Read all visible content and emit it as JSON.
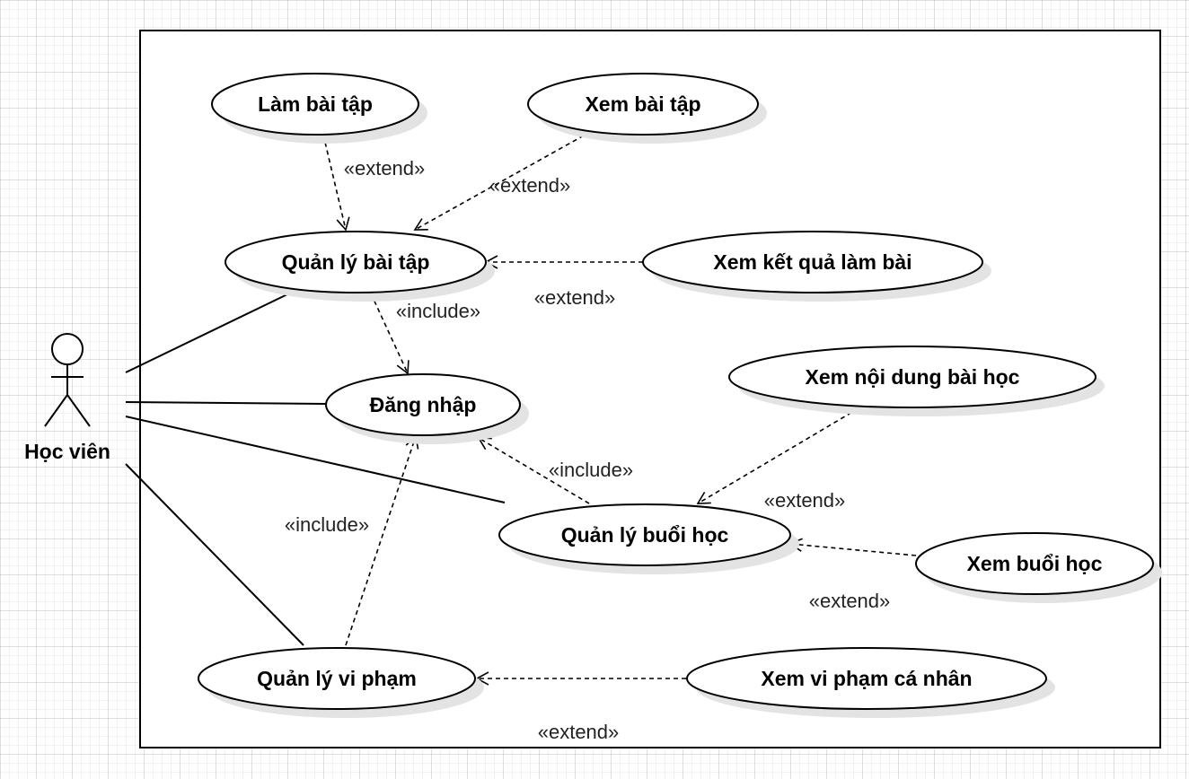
{
  "actor": {
    "name": "Học viên"
  },
  "use_cases": {
    "lam_bai_tap": "Làm bài tập",
    "xem_bai_tap": "Xem bài tập",
    "quan_ly_bai_tap": "Quản lý bài tập",
    "xem_ket_qua": "Xem kết quả làm bài",
    "dang_nhap": "Đăng nhập",
    "xem_noi_dung": "Xem nội dung bài học",
    "quan_ly_buoi_hoc": "Quản lý buổi học",
    "xem_buoi_hoc": "Xem buổi học",
    "quan_ly_vi_pham": "Quản lý vi phạm",
    "xem_vi_pham": "Xem vi phạm cá nhân"
  },
  "relations": {
    "extend_lam_bai_tap": "«extend»",
    "extend_xem_bai_tap": "«extend»",
    "extend_xem_ket_qua": "«extend»",
    "include_bai_tap": "«include»",
    "include_buoi_hoc": "«include»",
    "extend_xem_noi_dung": "«extend»",
    "include_vi_pham": "«include»",
    "extend_xem_buoi_hoc": "«extend»",
    "extend_xem_vi_pham": "«extend»"
  },
  "colors": {
    "stroke": "#000000",
    "shadow": "#e3e3e3",
    "fill": "#ffffff"
  }
}
